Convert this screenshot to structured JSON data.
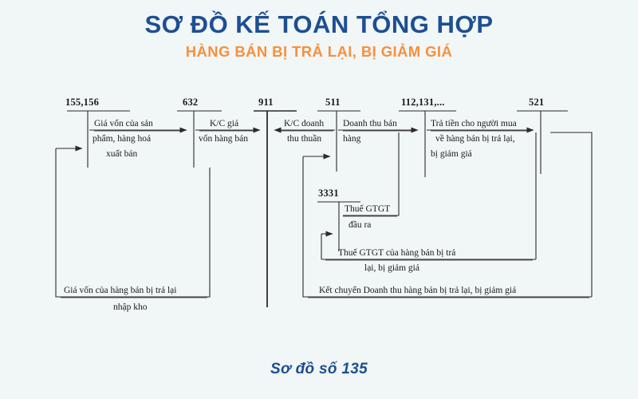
{
  "header": {
    "title": "SƠ ĐỒ KẾ TOÁN TỔNG HỢP",
    "subtitle": "HÀNG BÁN BỊ TRẢ LẠI, BỊ GIẢM GIÁ"
  },
  "footer": {
    "caption": "Sơ đồ số 135"
  },
  "colors": {
    "background": "#f1f6f7",
    "title": "#1d4f91",
    "subtitle": "#f6903d",
    "line": "#2b2b2b"
  },
  "accounts": [
    {
      "id": "155-156",
      "number": "155,156"
    },
    {
      "id": "632",
      "number": "632"
    },
    {
      "id": "911",
      "number": "911"
    },
    {
      "id": "511",
      "number": "511"
    },
    {
      "id": "112-131",
      "number": "112,131,..."
    },
    {
      "id": "521",
      "number": "521"
    },
    {
      "id": "3331",
      "number": "3331"
    }
  ],
  "flows": [
    {
      "id": "gia-von-xuat-ban",
      "from": "155,156",
      "to": "632",
      "lines": [
        "Giá vốn của sản",
        "phẩm, hàng hoá",
        "xuất bán"
      ]
    },
    {
      "id": "kc-gia-von-hang-ban",
      "from": "632",
      "to": "911",
      "lines": [
        "K/C giá",
        "vốn hàng bán"
      ]
    },
    {
      "id": "kc-doanh-thu-thuan",
      "from": "511",
      "to": "911",
      "lines": [
        "K/C doanh",
        "thu thuần"
      ]
    },
    {
      "id": "doanh-thu-ban-hang",
      "from": "112,131,...",
      "to": "511",
      "lines": [
        "Doanh thu bán",
        "hàng"
      ]
    },
    {
      "id": "tra-tien-cho-nguoi-mua",
      "from": "521",
      "to": "112,131,...",
      "lines": [
        "Trả tiền cho người mua",
        "về hàng bán bị trả lại,",
        "bị giảm giá"
      ]
    },
    {
      "id": "thue-gtgt-dau-ra",
      "from": "112,131,...",
      "to": "3331",
      "lines": [
        "Thuế GTGT",
        "đầu ra"
      ]
    },
    {
      "id": "thue-gtgt-hang-ban-bi-tra-lai",
      "from": "3331",
      "to": "521",
      "lines": [
        "Thuế GTGT của hàng bán bị trả",
        "lại, bị giảm giá"
      ]
    },
    {
      "id": "gia-von-hang-ban-bi-tra-lai",
      "from": "632",
      "to": "155,156",
      "lines": [
        "Giá vốn của hàng bán bị trả lại",
        "nhập kho"
      ]
    },
    {
      "id": "ket-chuyen-doanh-thu",
      "from": "521",
      "to": "511",
      "lines": [
        "Kết chuyển Doanh thu hàng bán bị trả lại, bị giảm giá"
      ]
    }
  ],
  "labels": {
    "a155_156": "155,156",
    "a632": "632",
    "a911": "911",
    "a511": "511",
    "a112_131": "112,131,...",
    "a521": "521",
    "a3331": "3331",
    "f1l1": "Giá vốn của sản",
    "f1l2": "phẩm, hàng hoá",
    "f1l3": "xuất bán",
    "f2l1": "K/C giá",
    "f2l2": "vốn hàng bán",
    "f3l1": "K/C doanh",
    "f3l2": "thu thuần",
    "f4l1": "Doanh thu bán",
    "f4l2": "hàng",
    "f5l1": "Trả tiền cho người mua",
    "f5l2": "về hàng bán bị trả lại,",
    "f5l3": "bị giảm giá",
    "f6l1": "Thuế GTGT",
    "f6l2": "đầu ra",
    "f7l1": "Thuế GTGT của hàng bán bị trả",
    "f7l2": "lại, bị giảm giá",
    "f8l1": "Giá vốn của hàng bán bị trả lại",
    "f8l2": "nhập kho",
    "f9l1": "Kết chuyển Doanh thu hàng bán bị trả lại, bị giảm giá"
  }
}
